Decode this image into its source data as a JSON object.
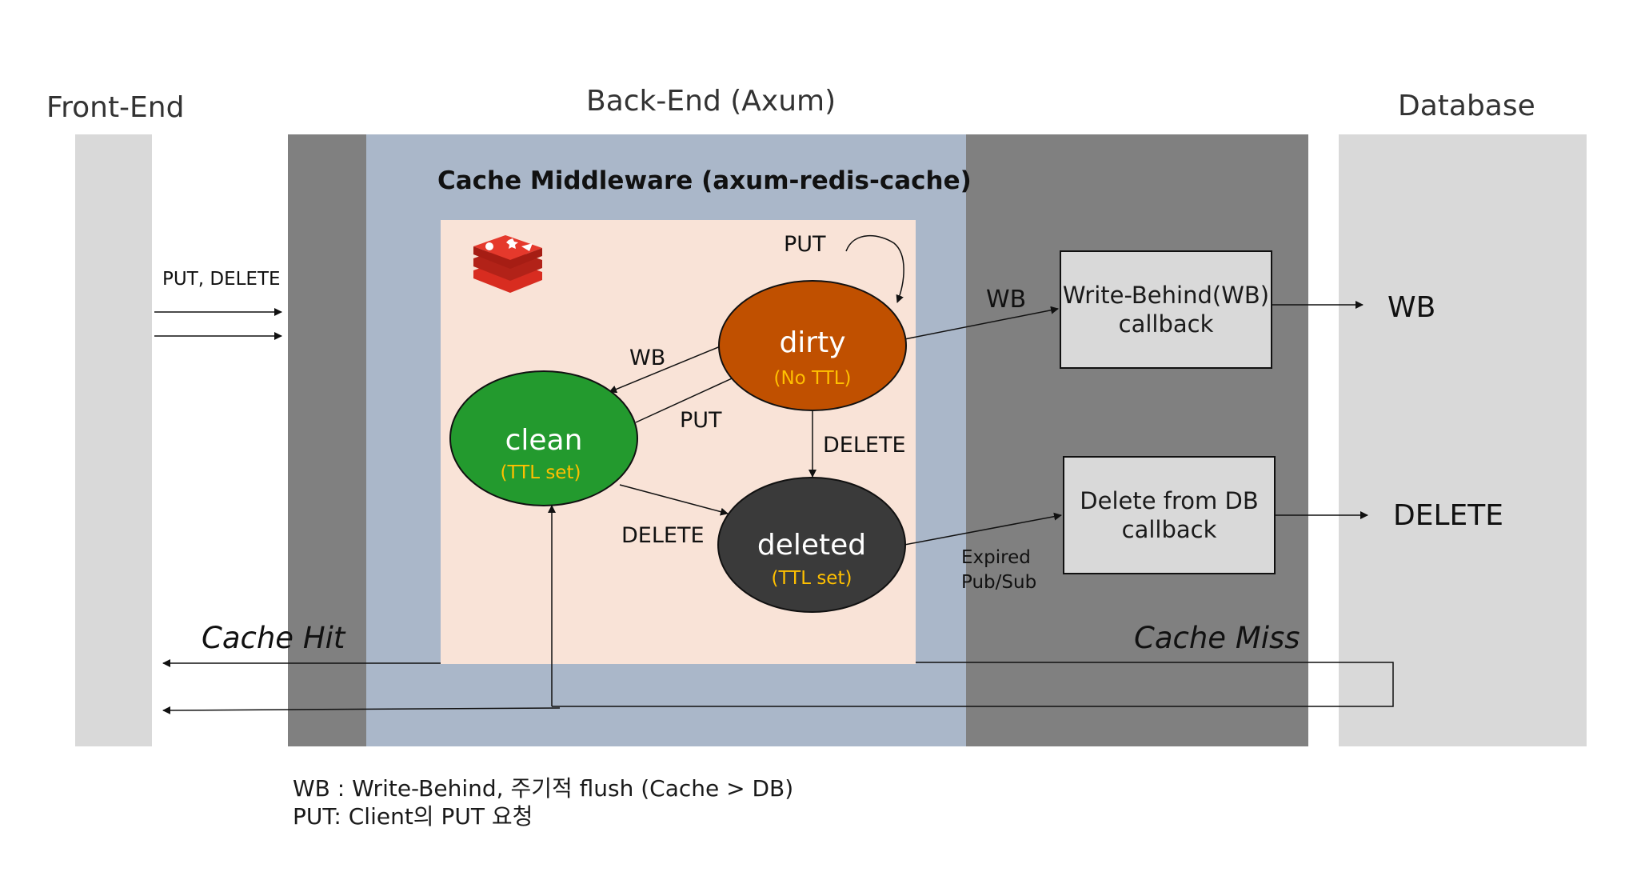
{
  "columns": {
    "frontend": "Front-End",
    "backend": "Back-End (Axum)",
    "database": "Database"
  },
  "middleware_title": "Cache Middleware (axum-redis-cache)",
  "states": {
    "dirty": {
      "label": "dirty",
      "sub": "(No TTL)"
    },
    "clean": {
      "label": "clean",
      "sub": "(TTL set)"
    },
    "deleted": {
      "label": "deleted",
      "sub": "(TTL set)"
    }
  },
  "edges": {
    "put_self": "PUT",
    "wb": "WB",
    "put": "PUT",
    "delete_dirty": "DELETE",
    "delete_clean": "DELETE",
    "wb_out": "WB",
    "expired": "Expired",
    "pubsub": "Pub/Sub"
  },
  "callbacks": {
    "wb_line1": "Write-Behind(WB)",
    "wb_line2": "callback",
    "del_line1": "Delete from DB",
    "del_line2": "callback"
  },
  "db_ops": {
    "wb": "WB",
    "delete": "DELETE"
  },
  "request_label": "PUT, DELETE",
  "cache_hit": "Cache Hit",
  "cache_miss": "Cache Miss",
  "legend": [
    "WB : Write-Behind, 주기적 flush (Cache > DB)",
    "PUT: Client의 PUT 요청"
  ],
  "colors": {
    "dirty": "#c05000",
    "clean": "#239a2e",
    "deleted": "#3a3a3a",
    "middleware": "#aab7c9",
    "redis_box": "#f9e3d7",
    "backend_dark": "#808080",
    "column_light": "#d9d9d9",
    "ttl_text": "#ffc000",
    "redis_logo": "#d82c20"
  },
  "icons": {
    "redis": "redis-logo-icon"
  }
}
